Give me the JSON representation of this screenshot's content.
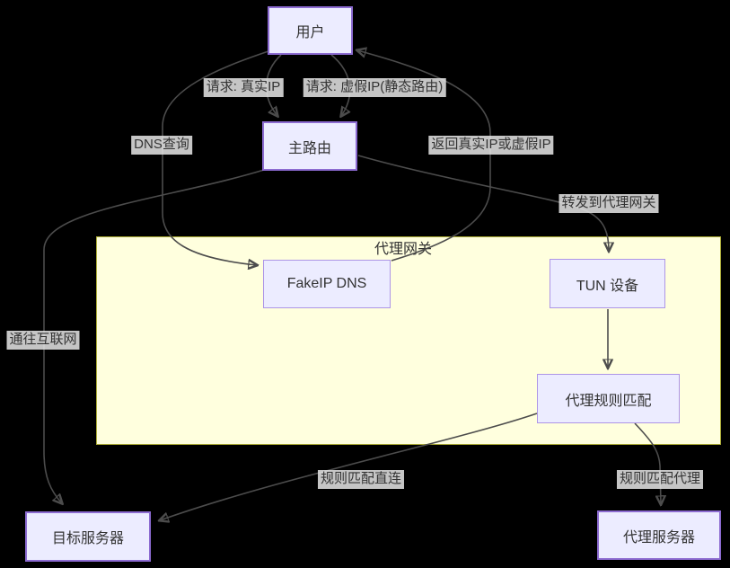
{
  "diagram": {
    "type": "flowchart",
    "background_color": "#000000",
    "colors": {
      "node_fill": "#ECECFF",
      "node_border": "#9370DB",
      "cluster_fill": "#FFFFDE",
      "cluster_border": "#AAAA33",
      "edge_stroke": "#4C4C4C",
      "edge_label_background": "#E8E8E8",
      "text": "#333333"
    },
    "cluster": {
      "label": "代理网关"
    },
    "nodes": {
      "user": {
        "label": "用户"
      },
      "main_router": {
        "label": "主路由"
      },
      "fakeip_dns": {
        "label": "FakeIP DNS"
      },
      "tun_device": {
        "label": "TUN 设备"
      },
      "proxy_rule_match": {
        "label": "代理规则匹配"
      },
      "target_server": {
        "label": "目标服务器"
      },
      "proxy_server": {
        "label": "代理服务器"
      }
    },
    "edge_labels": {
      "req_real_ip": "请求: 真实IP",
      "req_fake_ip": "请求: 虚假IP(静态路由)",
      "dns_query": "DNS查询",
      "return_ip": "返回真实IP或虚假IP",
      "forward_gateway": "转发到代理网关",
      "to_internet": "通往互联网",
      "rule_direct": "规则匹配直连",
      "rule_proxy": "规则匹配代理"
    },
    "edges": [
      {
        "from": "用户",
        "to": "主路由",
        "label": "请求: 真实IP"
      },
      {
        "from": "用户",
        "to": "主路由",
        "label": "请求: 虚假IP(静态路由)"
      },
      {
        "from": "用户",
        "to": "FakeIP DNS",
        "label": "DNS查询"
      },
      {
        "from": "FakeIP DNS",
        "to": "用户",
        "label": "返回真实IP或虚假IP"
      },
      {
        "from": "主路由",
        "to": "目标服务器",
        "label": "通往互联网"
      },
      {
        "from": "主路由",
        "to": "TUN 设备",
        "label": "转发到代理网关"
      },
      {
        "from": "TUN 设备",
        "to": "代理规则匹配",
        "label": ""
      },
      {
        "from": "代理规则匹配",
        "to": "目标服务器",
        "label": "规则匹配直连"
      },
      {
        "from": "代理规则匹配",
        "to": "代理服务器",
        "label": "规则匹配代理"
      }
    ]
  }
}
